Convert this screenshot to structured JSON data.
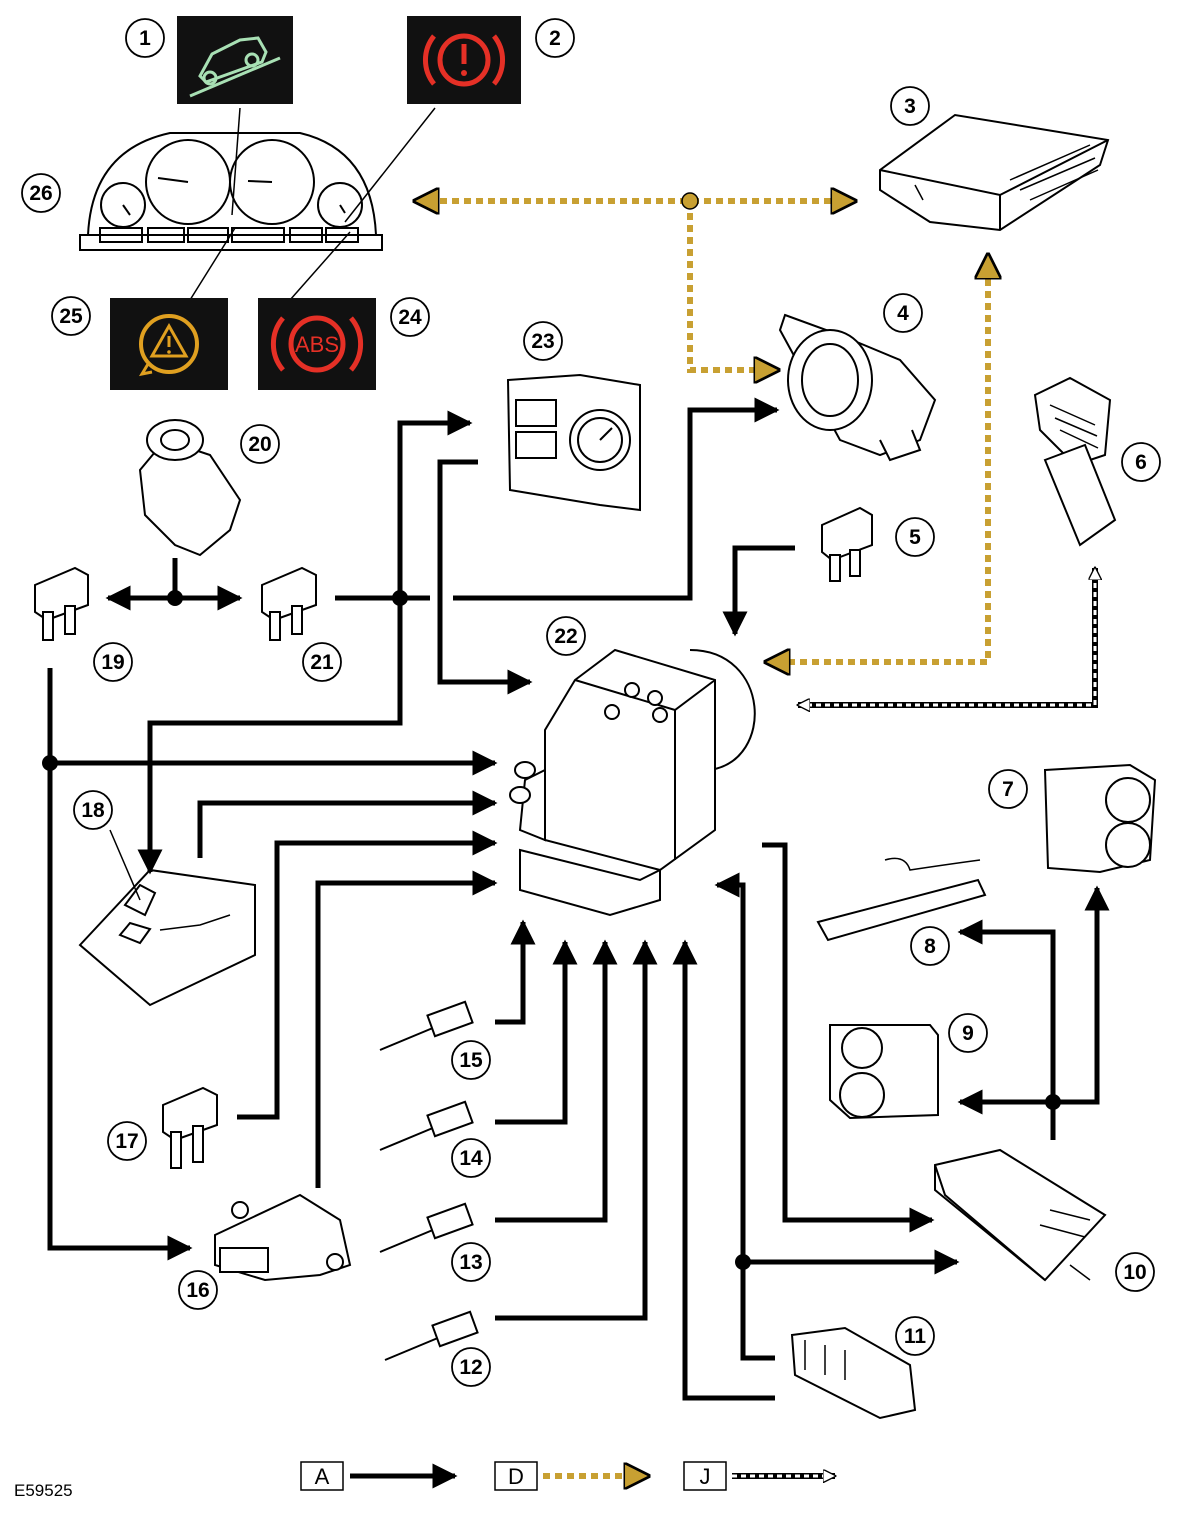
{
  "figure_id": "E59525",
  "colors": {
    "line_a": "#000000",
    "line_d": "#c8a032",
    "line_j": "#ffffff",
    "warning_green": "#a8e0b4",
    "warning_red": "#e53026",
    "warning_amber": "#e0a020",
    "lamp_background": "#111111"
  },
  "legend": [
    {
      "letter": "A",
      "line_style": "solid black"
    },
    {
      "letter": "D",
      "line_style": "dashed gold"
    },
    {
      "letter": "J",
      "line_style": "dashed open"
    }
  ],
  "callouts": [
    "1",
    "2",
    "3",
    "4",
    "5",
    "6",
    "7",
    "8",
    "9",
    "10",
    "11",
    "12",
    "13",
    "14",
    "15",
    "16",
    "17",
    "18",
    "19",
    "20",
    "21",
    "22",
    "23",
    "24",
    "25",
    "26"
  ],
  "lamp_text": {
    "abs": "ABS"
  },
  "icons": {
    "hdc": "hill-descent-icon",
    "brake": "brake-warning-icon",
    "dsc": "stability-control-icon",
    "abs": "abs-warning-icon"
  }
}
